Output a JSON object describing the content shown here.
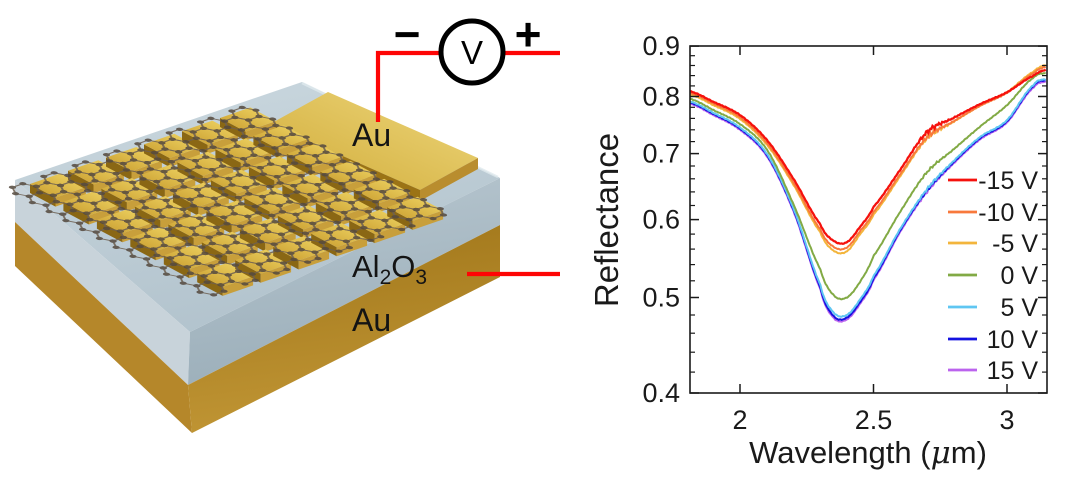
{
  "figure": {
    "voltmeter": {
      "symbol": "V",
      "minus": "−",
      "plus": "+"
    },
    "labels": {
      "top_electrode": "Au",
      "bottom_electrode": "Au",
      "dielectric": {
        "b1": "Al",
        "s1": "2",
        "b2": "O",
        "s2": "3",
        "full": "Al2O3"
      }
    },
    "colors": {
      "wire": "#fe0505",
      "gold_patch": "#e8c84a",
      "gold_slab": "#b5872a",
      "dielectric": "#c6d4db",
      "graphene": "#6f6152"
    }
  },
  "chart_data": {
    "type": "line",
    "title": "",
    "xlabel": "Wavelength (μm)",
    "xlabel_parts": {
      "pre": "Wavelength (",
      "mu": "μ",
      "post": "m)"
    },
    "ylabel": "Reflectance",
    "xlim": [
      1.81,
      3.15
    ],
    "ylim": [
      0.4,
      0.9
    ],
    "yscale": "log",
    "grid": false,
    "legend_position": "right-inside",
    "xticks": [
      2,
      2.5,
      3
    ],
    "xtick_labels": [
      "2",
      "2.5",
      "3"
    ],
    "yticks": [
      0.4,
      0.5,
      0.6,
      0.7,
      0.8,
      0.9
    ],
    "ytick_labels": [
      "0.4",
      "0.5",
      "0.6",
      "0.7",
      "0.8",
      "0.9"
    ],
    "x": [
      1.81,
      1.9,
      2.0,
      2.1,
      2.2,
      2.3,
      2.35,
      2.4,
      2.45,
      2.5,
      2.6,
      2.7,
      2.8,
      2.9,
      3.0,
      3.1,
      3.15
    ],
    "series": [
      {
        "name": "-15 V",
        "color": "#f5110d",
        "values": [
          0.81,
          0.79,
          0.766,
          0.723,
          0.66,
          0.594,
          0.571,
          0.569,
          0.59,
          0.618,
          0.674,
          0.736,
          0.761,
          0.786,
          0.808,
          0.84,
          0.852
        ]
      },
      {
        "name": "-10 V",
        "color": "#f8793c",
        "values": [
          0.807,
          0.787,
          0.762,
          0.718,
          0.654,
          0.587,
          0.563,
          0.562,
          0.584,
          0.611,
          0.667,
          0.727,
          0.755,
          0.783,
          0.807,
          0.845,
          0.858
        ]
      },
      {
        "name": "-5 V",
        "color": "#f3b53c",
        "values": [
          0.804,
          0.784,
          0.759,
          0.715,
          0.651,
          0.583,
          0.558,
          0.557,
          0.58,
          0.607,
          0.664,
          0.725,
          0.754,
          0.783,
          0.808,
          0.848,
          0.862
        ]
      },
      {
        "name": "0 V",
        "color": "#82aa45",
        "values": [
          0.796,
          0.775,
          0.75,
          0.707,
          0.622,
          0.535,
          0.503,
          0.5,
          0.519,
          0.551,
          0.611,
          0.67,
          0.707,
          0.746,
          0.784,
          0.836,
          0.845
        ]
      },
      {
        "name": "5 V",
        "color": "#5fc6f2",
        "values": [
          0.791,
          0.77,
          0.744,
          0.7,
          0.616,
          0.516,
          0.483,
          0.48,
          0.498,
          0.526,
          0.587,
          0.644,
          0.688,
          0.728,
          0.757,
          0.822,
          0.833
        ]
      },
      {
        "name": "10 V",
        "color": "#1412e0",
        "values": [
          0.789,
          0.768,
          0.742,
          0.698,
          0.614,
          0.513,
          0.479,
          0.477,
          0.495,
          0.523,
          0.585,
          0.642,
          0.686,
          0.726,
          0.755,
          0.82,
          0.831
        ]
      },
      {
        "name": "15 V",
        "color": "#bb63ee",
        "values": [
          0.787,
          0.766,
          0.74,
          0.696,
          0.612,
          0.511,
          0.477,
          0.475,
          0.493,
          0.521,
          0.583,
          0.64,
          0.684,
          0.724,
          0.753,
          0.817,
          0.828
        ]
      }
    ]
  }
}
